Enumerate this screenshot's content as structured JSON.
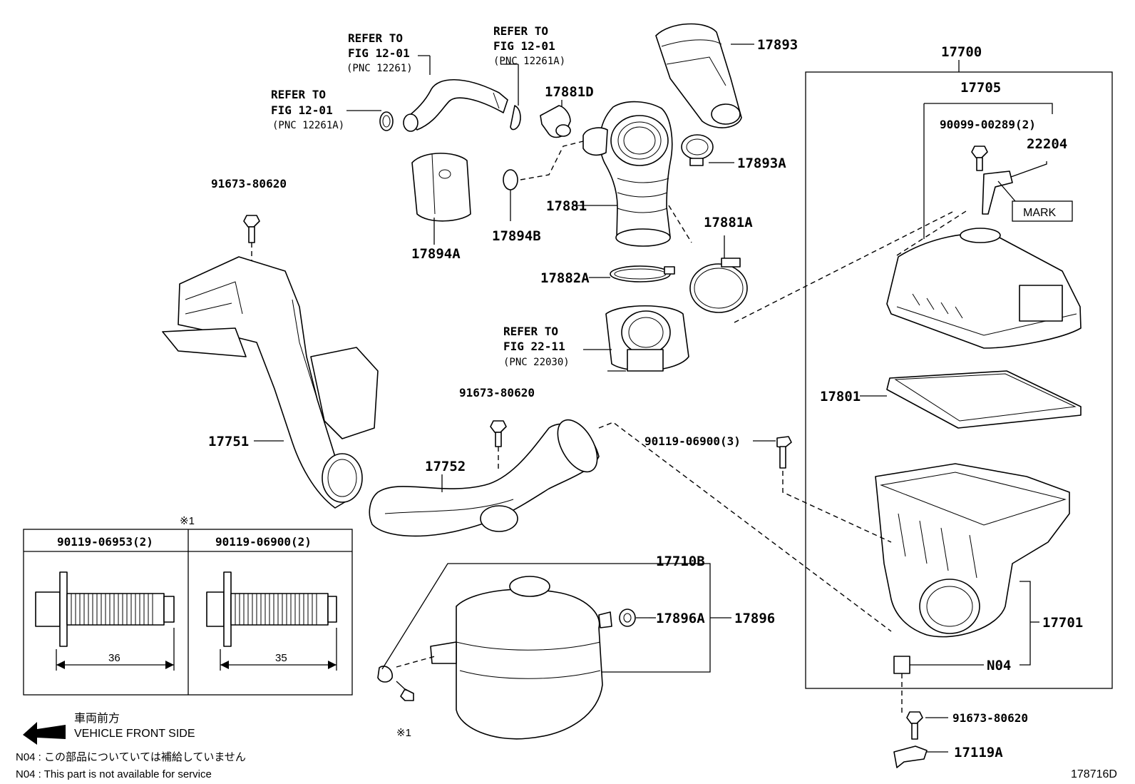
{
  "diagram_id": "178716D",
  "part_labels": {
    "p17893": "17893",
    "p17893A": "17893A",
    "p17881D": "17881D",
    "p17881": "17881",
    "p17881A": "17881A",
    "p17882A": "17882A",
    "p17894A": "17894A",
    "p17894B": "17894B",
    "p17751": "17751",
    "p17752": "17752",
    "p17700": "17700",
    "p17705": "17705",
    "p22204": "22204",
    "p90099": "90099-00289(2)",
    "p17801": "17801",
    "p17701": "17701",
    "pN04": "N04",
    "p90119_3": "90119-06900(3)",
    "p17710B": "17710B",
    "p17896A": "17896A",
    "p17896": "17896",
    "p17119A": "17119A",
    "bolt_top": "91673-80620",
    "bolt_mid": "91673-80620",
    "bolt_bottom": "91673-80620",
    "mark": "MARK"
  },
  "references": {
    "ref1": {
      "line1": "REFER TO",
      "line2": "FIG 12-01",
      "line3": "(PNC 12261)"
    },
    "ref2": {
      "line1": "REFER TO",
      "line2": "FIG 12-01",
      "line3": "(PNC 12261A)"
    },
    "ref3": {
      "line1": "REFER TO",
      "line2": "FIG 12-01",
      "line3": "(PNC 12261A)"
    },
    "ref4": {
      "line1": "REFER TO",
      "line2": "FIG 22-11",
      "line3": "(PNC 22030)"
    }
  },
  "bolt_table": {
    "mark": "※1",
    "col1": {
      "part": "90119-06953(2)",
      "length": "36"
    },
    "col2": {
      "part": "90119-06900(2)",
      "length": "35"
    }
  },
  "mark_ref": "※1",
  "legend": {
    "front_jp": "車両前方",
    "front_en": "VEHICLE FRONT SIDE",
    "note_jp": "N04 : この部品についていては補給していません",
    "note_en": "N04 : This part is not available for service"
  }
}
